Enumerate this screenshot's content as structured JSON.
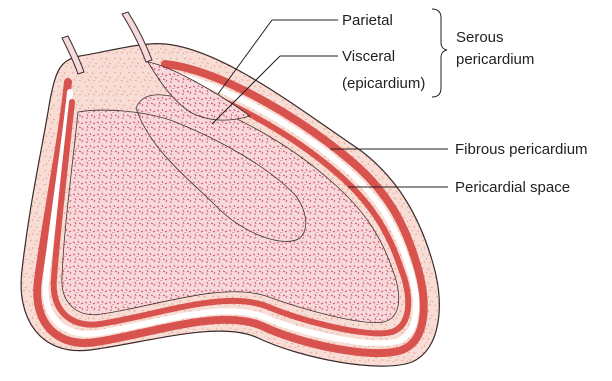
{
  "labels": {
    "parietal": "Parietal",
    "visceral_line1": "Visceral",
    "visceral_line2": "(epicardium)",
    "serous_line1": "Serous",
    "serous_line2": "pericardium",
    "fibrous": "Fibrous pericardium",
    "space": "Pericardial space"
  },
  "colors": {
    "fibrous_fill": "#f7ddd5",
    "fibrous_speckle": "#e9a48a",
    "serous_red": "#d9534e",
    "visceral_fill": "#f6d9dc",
    "visceral_speckle": "#d8536b",
    "pericardial_space": "#ffffff",
    "outline": "#3a2a2a"
  }
}
